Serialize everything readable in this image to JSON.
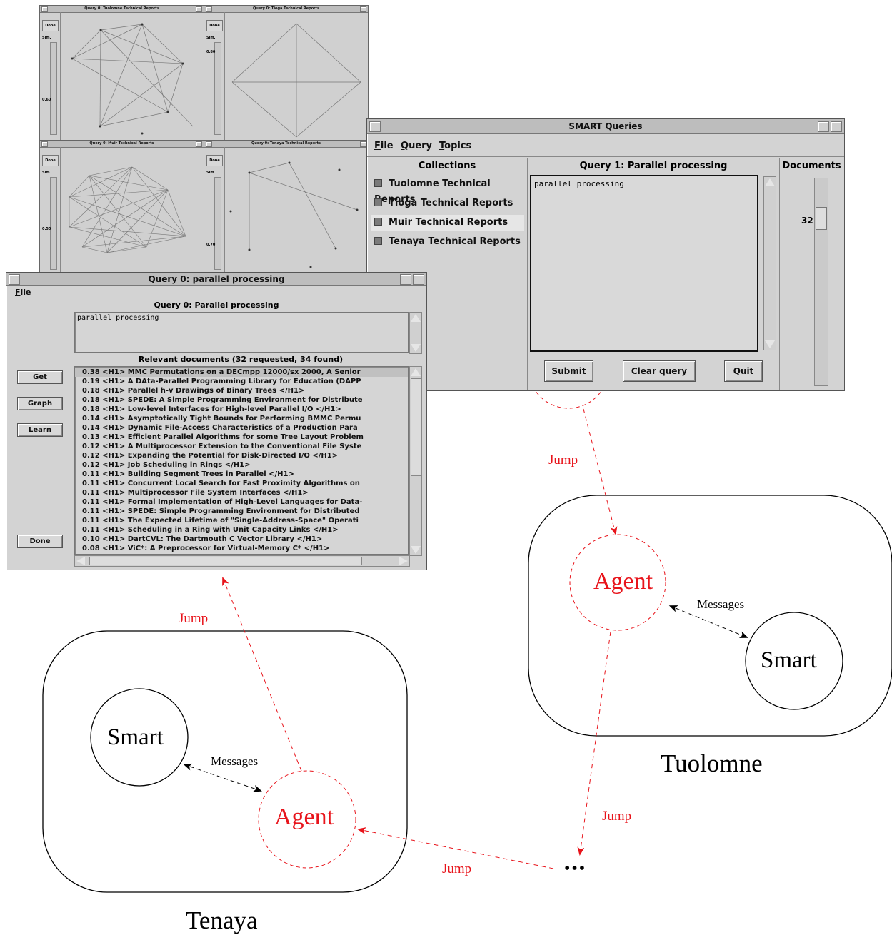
{
  "graph_windows": [
    {
      "title": "Query 0: Tuolomne Technical Reports",
      "done_label": "Done",
      "sim_label": "Sim.",
      "sim_value": "0.60"
    },
    {
      "title": "Query 0: Tioga Technical Reports",
      "done_label": "Done",
      "sim_label": "Sim.",
      "sim_value": "0.80"
    },
    {
      "title": "Query 0: Muir Technical Reports",
      "done_label": "Done",
      "sim_label": "Sim.",
      "sim_value": "0.50"
    },
    {
      "title": "Query 0: Tenaya Technical Reports",
      "done_label": "Done",
      "sim_label": "Sim.",
      "sim_value": "0.70"
    }
  ],
  "smart_window": {
    "title": "SMART Queries",
    "menu": [
      "File",
      "Query",
      "Topics"
    ],
    "collections_header": "Collections",
    "collections": [
      "Tuolomne Technical Reports",
      "Tioga Technical Reports",
      "Muir Technical Reports",
      "Tenaya Technical Reports"
    ],
    "query_header": "Query 1:  Parallel processing",
    "query_text": "parallel processing",
    "documents_header": "Documents",
    "documents_value": "32",
    "buttons": {
      "submit": "Submit",
      "clear": "Clear query",
      "quit": "Quit"
    }
  },
  "query0_window": {
    "title": "Query 0: parallel processing",
    "menu": [
      "File"
    ],
    "query_header": "Query 0:  Parallel processing",
    "query_text": "parallel processing",
    "relevant_header": "Relevant documents (32 requested,  34 found)",
    "buttons": {
      "get": "Get",
      "graph": "Graph",
      "learn": "Learn",
      "done": "Done"
    },
    "documents": [
      "0.38  <H1> MMC Permutations on a DECmpp 12000/sx 2000, A Senior",
      "0.19  <H1> A DAta-Parallel Programming Library for Education (DAPP",
      "0.18  <H1> Parallel h-v Drawings of Binary Trees </H1>",
      "0.18  <H1> SPEDE: A Simple Programming Environment for Distribute",
      "0.18  <H1> Low-level Interfaces for High-level Parallel I/O </H1>",
      "0.14  <H1> Asymptotically Tight Bounds for Performing BMMC Permu",
      "0.14  <H1> Dynamic File-Access Characteristics of a Production Para",
      "0.13  <H1> Efficient Parallel Algorithms for some Tree Layout Problem",
      "0.12  <H1> A Multiprocessor Extension to the Conventional File Syste",
      "0.12  <H1> Expanding the Potential for Disk-Directed I/O </H1>",
      "0.12  <H1> Job Scheduling in Rings </H1>",
      "0.11  <H1> Building Segment Trees in Parallel </H1>",
      "0.11  <H1> Concurrent Local Search for Fast Proximity Algorithms on",
      "0.11  <H1> Multiprocessor File System Interfaces </H1>",
      "0.11  <H1> Formal Implementation of High-Level Languages for Data-",
      "0.11  <H1> SPEDE: Simple Programming Environment for Distributed",
      "0.11  <H1> The Expected Lifetime of \"Single-Address-Space\" Operati",
      "0.11  <H1> Scheduling in a Ring with Unit Capacity Links </H1>",
      "0.10  <H1> DartCVL: The Dartmouth C Vector Library </H1>",
      "0.08  <H1> ViC*: A Preprocessor for Virtual-Memory C* </H1>"
    ]
  },
  "diagram": {
    "jump_label": "Jump",
    "agent_label": "Agent",
    "smart_label": "Smart",
    "messages_label": "Messages",
    "tuolomne_label": "Tuolomne",
    "tenaya_label": "Tenaya",
    "ellipsis": "•••",
    "colors": {
      "agent": "#e8141b",
      "line": "#000000"
    }
  }
}
